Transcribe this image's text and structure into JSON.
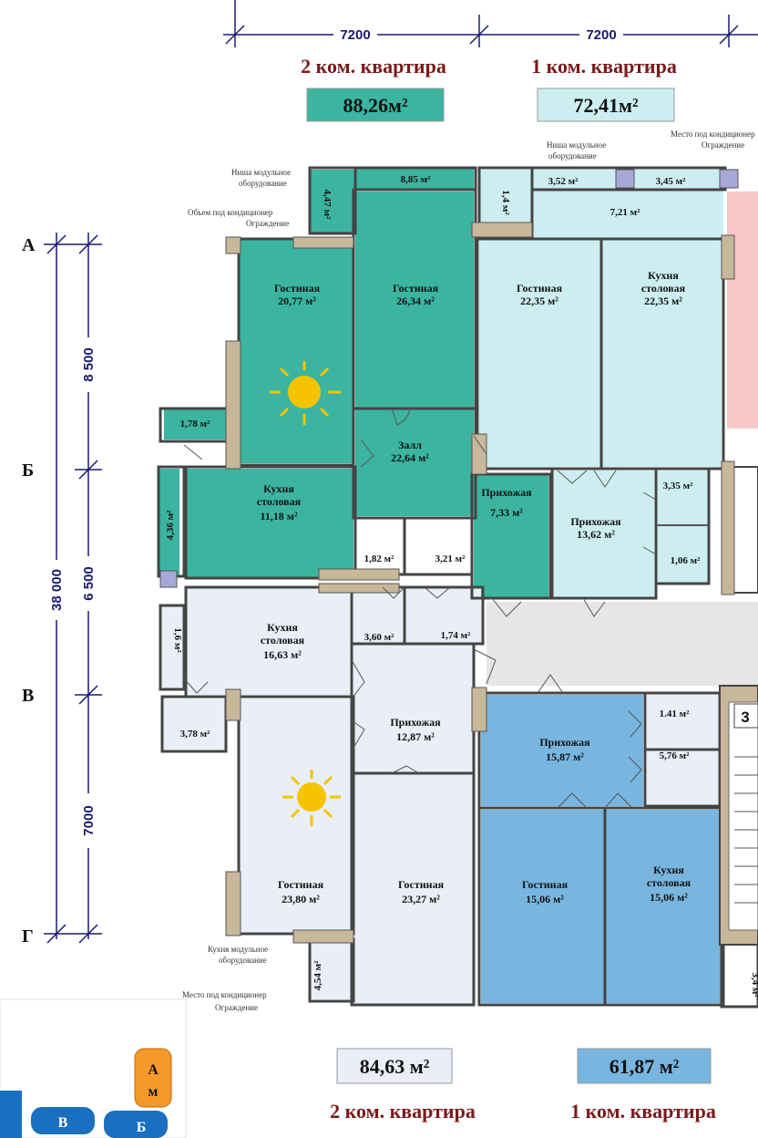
{
  "colors": {
    "apt_top_left": "#3bb5a0",
    "apt_top_right": "#cdeef1",
    "apt_bottom_left": "#e9eef7",
    "apt_bottom_right": "#78b6df",
    "pink": "#f8c7c7",
    "corridor": "#e6e6e6",
    "dimension": "#1a1a6e",
    "title": "#7a1a1a"
  },
  "top_dimensions": [
    "7200",
    "7200"
  ],
  "side_dimensions": {
    "total": "38 000",
    "seg1": "8 500",
    "seg2": "6 500",
    "seg3": "7000"
  },
  "axis_letters": [
    "А",
    "Б",
    "В",
    "Г"
  ],
  "apartments": {
    "top_left": {
      "title": "2 ком. квартира",
      "area": "88,26м²"
    },
    "top_right": {
      "title": "1 ком. квартира",
      "area": "72,41м²"
    },
    "bottom_left": {
      "title": "2 ком. квартира",
      "area": "84,63 м²"
    },
    "bottom_right": {
      "title": "1 ком. квартира",
      "area": "61,87 м²"
    }
  },
  "rooms": {
    "r1": {
      "name": "Гостиная",
      "area": "20,77 м²"
    },
    "r2": {
      "name": "Гостиная",
      "area": "26,34 м²"
    },
    "r3": {
      "name": "Гостиная",
      "area": "22,35 м²"
    },
    "r4": {
      "name": "Кухня",
      "name2": "столовая",
      "area": "22,35 м²"
    },
    "r5": {
      "name": "Залл",
      "area": "22,64 м²"
    },
    "r6": {
      "name": "Кухня",
      "name2": "столовая",
      "area": "11,18 м²"
    },
    "r7": {
      "name": "Прихожая",
      "area": "7,33 м²"
    },
    "r8": {
      "name": "Прихожая",
      "area": "13,62 м²"
    },
    "r9": {
      "name": "Кухня",
      "name2": "столовая",
      "area": "16,63 м²"
    },
    "r10": {
      "name": "Прихожая",
      "area": "12,87 м²"
    },
    "r11": {
      "name": "Прихожая",
      "area": "15,87 м²"
    },
    "r12": {
      "name": "Гостиная",
      "area": "23,80 м²"
    },
    "r13": {
      "name": "Гостиная",
      "area": "23,27 м²"
    },
    "r14": {
      "name": "Гостиная",
      "area": "15,06 м²"
    },
    "r15": {
      "name": "Кухня",
      "name2": "столовая",
      "area": "15,06 м²"
    }
  },
  "small_areas": {
    "s1": "8,85 м²",
    "s2": "3,52 м²",
    "s3": "3,45 м²",
    "s4": "7,21 м²",
    "s5": "1,78 м²",
    "s6": "3,35 м²",
    "s7": "1,06 м²",
    "s8": "1,82 м²",
    "s9": "3,21 м²",
    "s10": "3,60 м²",
    "s11": "1,74 м²",
    "s12": "3,78 м²",
    "s13": "1.41 м²",
    "s14": "5,76 м²",
    "s15": "4,36 м²",
    "s16": "4,47 м²",
    "s17": "4,54 м²",
    "s18": "1,6 м²",
    "s19": "1,4 м²",
    "s20": "3,4 м²"
  },
  "notes": {
    "n1": "Ниша модульное",
    "n2": "оборудование",
    "n3": "Объем под кондиционер",
    "n4": "Ограждение",
    "n5": "Место под кондиционер",
    "n6": "Ограждение",
    "n7": "Ниша модульное",
    "n8": "оборудование",
    "n9": "Кухня модульное",
    "n10": "оборудование",
    "n11": "Место под кондиционер",
    "n12": "Ограждение"
  },
  "stair_number": "3",
  "legend": {
    "a": "А",
    "m": "м",
    "v": "В",
    "b": "Б"
  }
}
